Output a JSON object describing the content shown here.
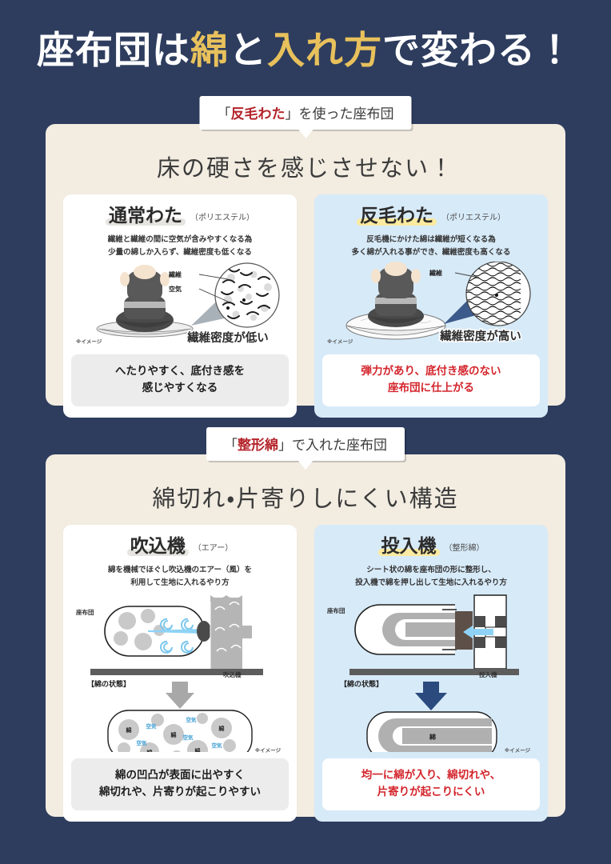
{
  "header": {
    "title_part1": "座布団は",
    "title_accent1": "綿",
    "title_part2": "と",
    "title_accent2": "入れ方",
    "title_part3": "で変わる！",
    "title_full": "座布団は綿と入れ方で変わる！"
  },
  "colors": {
    "background_navy": "#2e3d5e",
    "panel_cream": "#f2ece1",
    "card_white": "#ffffff",
    "card_blue": "#d7eaf8",
    "accent_gold": "#e8c15c",
    "accent_red": "#b4232a",
    "conclusion_red": "#d3252c",
    "highlight_yellow": "#fbeaa0",
    "arrow_gray": "#a8a8a8",
    "arrow_navy": "#2b4a7e",
    "air_blue": "#59b7e8"
  },
  "sections": [
    {
      "badge_quote_open": "「",
      "badge_accent": "反毛わた",
      "badge_quote_close": "」",
      "badge_rest": "を使った座布団",
      "badge_full": "「反毛わた」を使った座布団",
      "heading": "床の硬さを感じさせない！",
      "cards": [
        {
          "title": "通常わた",
          "title_sub": "（ポリエステル）",
          "desc_line1": "繊維と繊維の間に空気が含みやすくなる為",
          "desc_line2": "少量の綿しか入らず、繊維密度も低くなる",
          "callout_fiber": "繊維",
          "callout_air": "空気",
          "zoom_caption": "繊維密度が低い",
          "image_note": "※イメージ",
          "conclusion_line1": "へたりやすく、底付き感を",
          "conclusion_line2": "感じやすくなる"
        },
        {
          "title": "反毛わた",
          "title_sub": "（ポリエステル）",
          "desc_line1": "反毛機にかけた綿は繊維が短くなる為",
          "desc_line2": "多く綿が入れる事ができ、繊維密度も高くなる",
          "callout_fiber": "繊維",
          "zoom_caption": "繊維密度が高い",
          "image_note": "※イメージ",
          "conclusion_line1": "弾力があり、底付き感のない",
          "conclusion_line2": "座布団に仕上がる"
        }
      ]
    },
    {
      "badge_quote_open": "「",
      "badge_accent": "整形綿",
      "badge_quote_close": "」",
      "badge_rest": "で入れた座布団",
      "badge_full": "「整形綿」で入れた座布団",
      "heading": "綿切れ・片寄りしにくい構造",
      "cards": [
        {
          "title": "吹込機",
          "title_sub": "（エアー）",
          "desc_line1": "綿を機械でほぐし吹込機のエアー（風）を",
          "desc_line2": "利用して生地に入れるやり方",
          "label_cushion": "座布団",
          "label_machine": "吹込機",
          "state_label": "【綿の状態】",
          "fill_label": "綿",
          "gap_label": "空気",
          "image_note": "※イメージ",
          "conclusion_line1": "綿の凹凸が表面に出やすく",
          "conclusion_line2": "綿切れや、片寄りが起こりやすい"
        },
        {
          "title": "投入機",
          "title_sub": "（整形綿）",
          "desc_line1": "シート状の綿を座布団の形に整形し、",
          "desc_line2": "投入機で綿を押し出して生地に入れるやり方",
          "label_cushion": "座布団",
          "label_machine": "投入機",
          "state_label": "【綿の状態】",
          "fill_label": "綿",
          "image_note": "※イメージ",
          "conclusion_line1": "均一に綿が入り、綿切れや、",
          "conclusion_line2": "片寄りが起こりにくい"
        }
      ]
    }
  ]
}
